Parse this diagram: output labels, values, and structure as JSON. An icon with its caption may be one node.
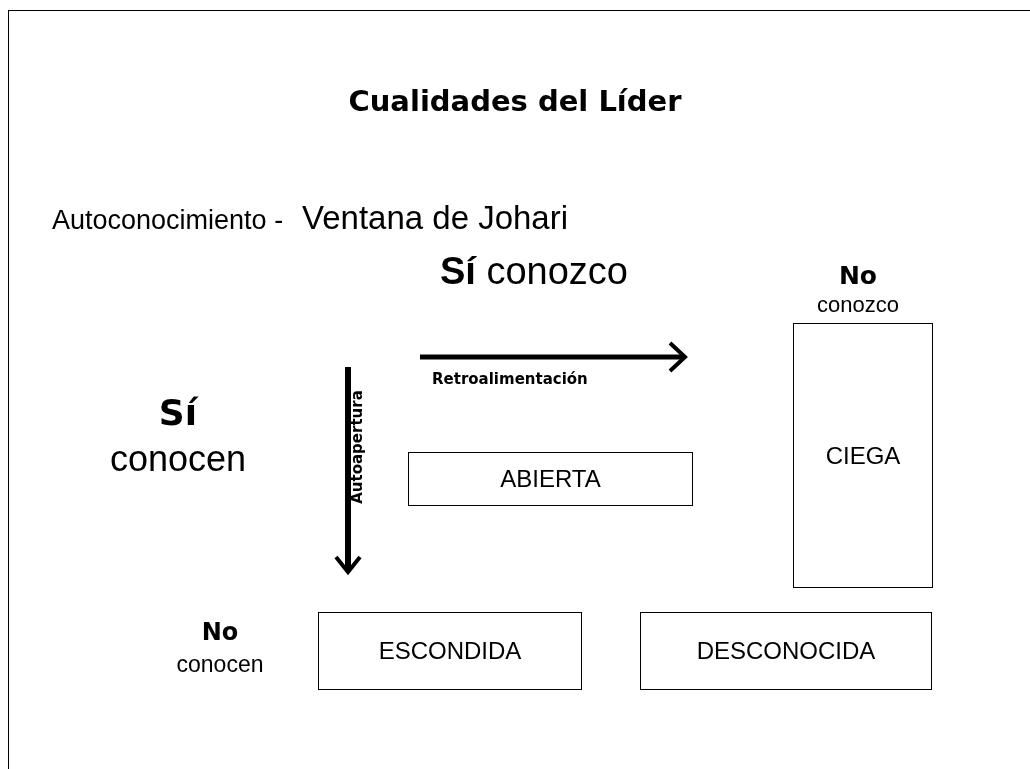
{
  "diagram": {
    "title": "Cualidades del Líder",
    "nodes": [
      {
        "text": [
          "ABIERTA"
        ]
      },
      {
        "text": [
          "CIEGA"
        ]
      },
      {
        "text": [
          "ESCONDIDA"
        ]
      },
      {
        "text": [
          "DESCONOCIDA"
        ]
      }
    ],
    "labels": [
      "Autoconocimiento -",
      "Ventana de Johari",
      "**Sí** conozco",
      "**No** conozco",
      "Retroalimentación",
      "**Sí** conocen",
      "Autoapertura",
      "**No** conocen"
    ]
  }
}
